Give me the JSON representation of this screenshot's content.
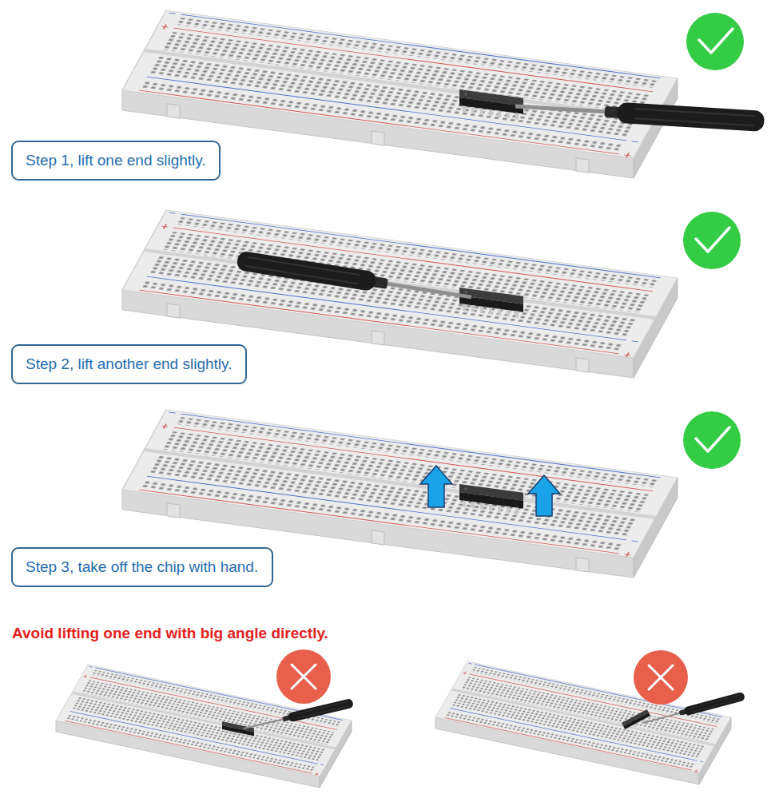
{
  "diagram": {
    "nodes": [
      {
        "text": [
          "Step 1, lift one end slightly."
        ]
      },
      {
        "text": [
          "Step 2, lift another end slightly."
        ]
      },
      {
        "text": [
          "Step 3, take off the chip with hand."
        ]
      }
    ],
    "labels": [
      "Avoid lifting one end with big angle directly."
    ]
  }
}
